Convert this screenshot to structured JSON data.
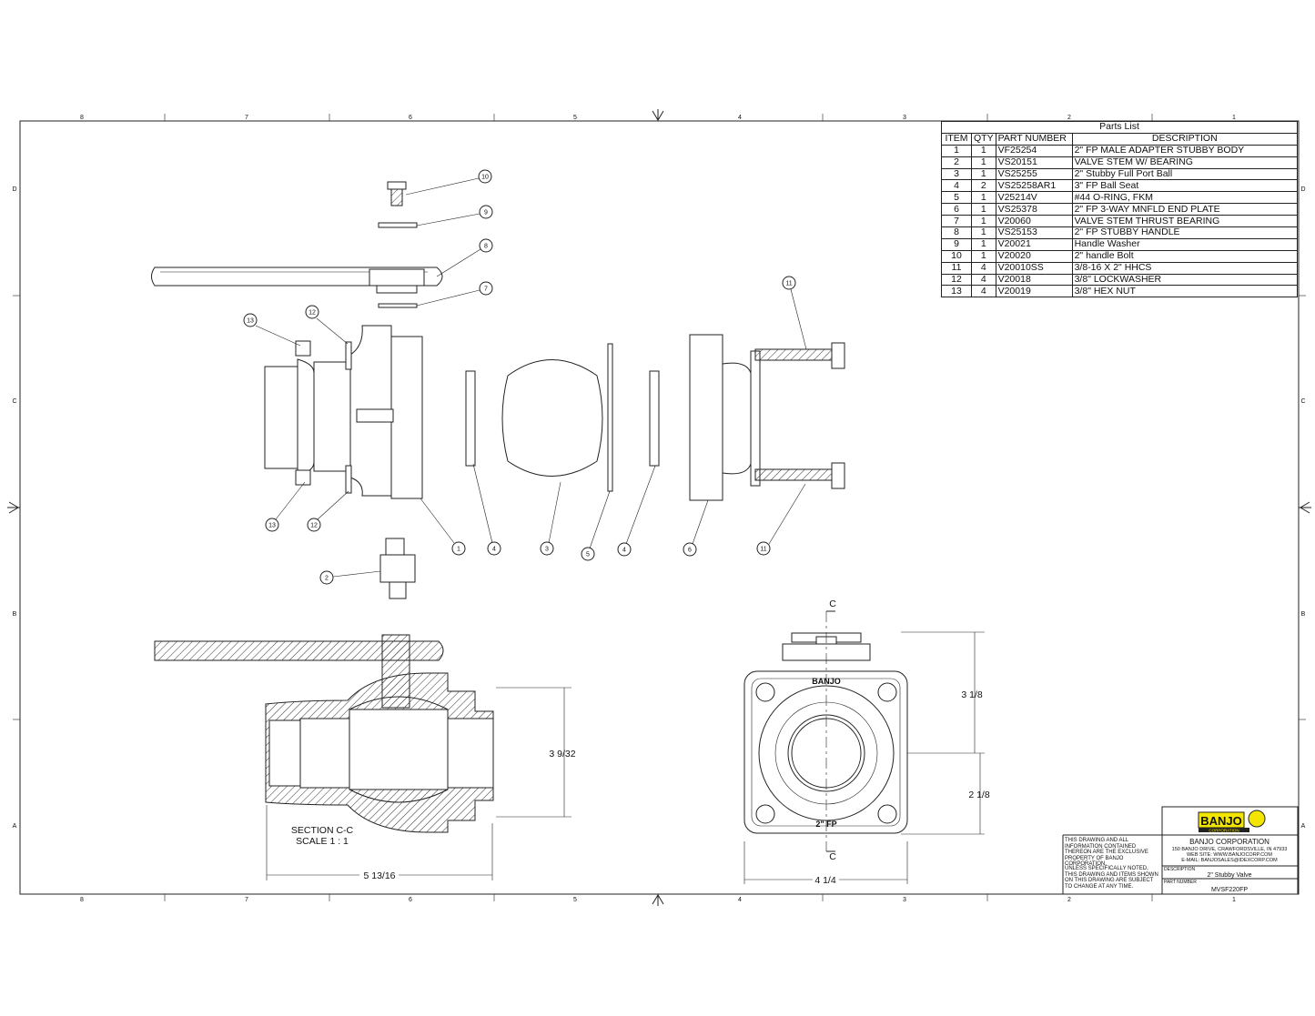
{
  "zones": {
    "columns": [
      "8",
      "7",
      "6",
      "5",
      "4",
      "3",
      "2",
      "1"
    ],
    "rows": [
      "D",
      "C",
      "B",
      "A"
    ]
  },
  "parts_list": {
    "title": "Parts List",
    "headers": [
      "ITEM",
      "QTY",
      "PART NUMBER",
      "DESCRIPTION"
    ],
    "rows": [
      [
        "1",
        "1",
        "VF25254",
        "2\" FP MALE ADAPTER STUBBY BODY"
      ],
      [
        "2",
        "1",
        "VS20151",
        "VALVE STEM W/ BEARING"
      ],
      [
        "3",
        "1",
        "VS25255",
        "2\" Stubby Full Port Ball"
      ],
      [
        "4",
        "2",
        "VS25258AR1",
        "3\" FP Ball Seat"
      ],
      [
        "5",
        "1",
        "V25214V",
        "#44 O-RING, FKM"
      ],
      [
        "6",
        "1",
        "VS25378",
        "2\" FP 3-WAY MNFLD END PLATE"
      ],
      [
        "7",
        "1",
        "V20060",
        "VALVE STEM THRUST BEARING"
      ],
      [
        "8",
        "1",
        "VS25153",
        "2\" FP STUBBY HANDLE"
      ],
      [
        "9",
        "1",
        "V20021",
        "Handle Washer"
      ],
      [
        "10",
        "1",
        "V20020",
        "2\" handle Bolt"
      ],
      [
        "11",
        "4",
        "V20010SS",
        "3/8-16 X 2\" HHCS"
      ],
      [
        "12",
        "4",
        "V20018",
        "3/8\" LOCKWASHER"
      ],
      [
        "13",
        "4",
        "V20019",
        "3/8\" HEX NUT"
      ]
    ]
  },
  "balloons": [
    "10",
    "9",
    "8",
    "7",
    "11",
    "13",
    "12",
    "13",
    "12",
    "1",
    "4",
    "3",
    "5",
    "4",
    "6",
    "11",
    "2"
  ],
  "section": {
    "title": "SECTION C-C",
    "scale": "SCALE 1 : 1",
    "cut_label": "C"
  },
  "dimensions": {
    "height_section": "3 9/32",
    "length": "5 13/16",
    "upper_front": "3 1/8",
    "lower_front": "2 1/8",
    "width_front": "4 1/4"
  },
  "front_view": {
    "brand": "BANJO",
    "size": "2\" FP"
  },
  "title_block": {
    "logo": "BANJO",
    "logo_sub": "CORPORATION",
    "notice_1": "THIS DRAWING AND ALL INFORMATION CONTAINED THEREON ARE THE EXCLUSIVE PROPERTY OF BANJO CORPORATION.",
    "notice_2": "UNLESS SPECIFICALLY NOTED, THIS DRAWING AND ITEMS SHOWN ON THIS DRAWING ARE SUBJECT TO CHANGE AT ANY TIME.",
    "company": "BANJO CORPORATION",
    "address": "150 BANJO DRIVE, CRAWFORDSVILLE, IN 47933",
    "website": "WEB SITE: WWW.BANJOCORP.COM",
    "email": "E-MAIL: BANJOSALES@IDEXCORP.COM",
    "description_label": "DESCRIPTION",
    "description": "2\" Stubby Valve",
    "part_number_label": "PART NUMBER",
    "part_number": "MVSF220FP"
  }
}
